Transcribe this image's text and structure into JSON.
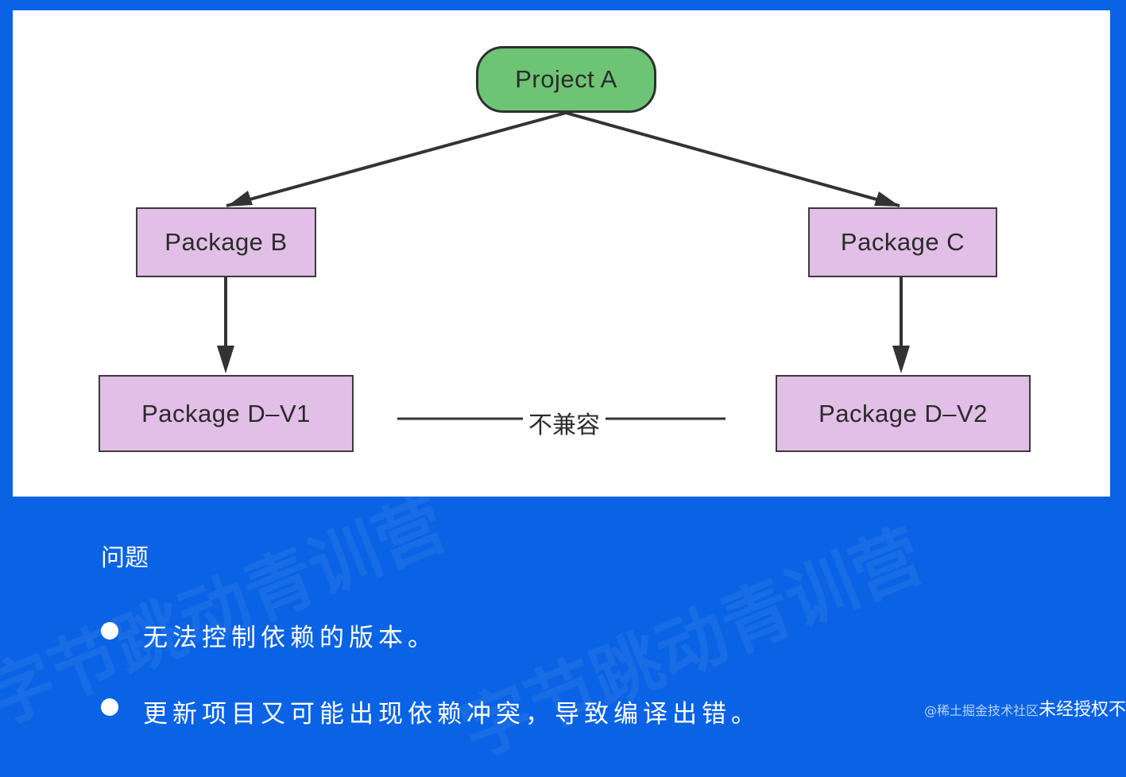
{
  "diagram": {
    "root": "Project A",
    "left_branch": {
      "package": "Package B",
      "dependency": "Package D–V1"
    },
    "right_branch": {
      "package": "Package C",
      "dependency": "Package D–V2"
    },
    "conflict_label": "不兼容"
  },
  "problems": {
    "title": "问题",
    "items": [
      "无法控制依赖的版本。",
      "更新项目又可能出现依赖冲突，导致编译出错。"
    ]
  },
  "footer": {
    "source": "@稀土掘金技术社区",
    "note": "未经授权不"
  },
  "watermark_text": "字节跳动青训营",
  "colors": {
    "background": "#0a63e4",
    "panel": "#ffffff",
    "project_node": "#6dc475",
    "package_node": "#e1bfe6",
    "edge": "#333333"
  }
}
